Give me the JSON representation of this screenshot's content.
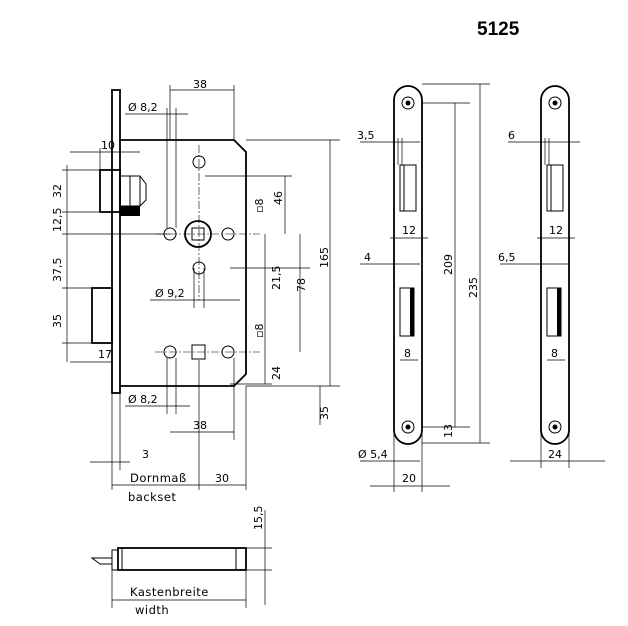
{
  "model_number": "5125",
  "labels": {
    "dornmass": "Dornmaß",
    "backset": "backset",
    "kastenbreite": "Kastenbreite",
    "width": "width"
  },
  "dimensions": {
    "top_38": "38",
    "diameter_8_2_top": "Ø 8,2",
    "d_10": "10",
    "d_32": "32",
    "d_12_5": "12,5",
    "d_37_5": "37,5",
    "d_35_left": "35",
    "d_17": "17",
    "sq_8_top": "▫8",
    "d_46": "46",
    "d_21_5": "21,5",
    "d_78": "78",
    "d_165": "165",
    "diameter_9_2": "Ø 9,2",
    "sq_8_bottom": "▫8",
    "d_24_mid": "24",
    "d_35_right": "35",
    "diameter_8_2_bottom": "Ø 8,2",
    "bottom_38": "38",
    "d_3": "3",
    "d_30": "30",
    "d_15_5": "15,5",
    "fp1_3_5": "3,5",
    "fp1_12": "12",
    "fp1_4": "4",
    "fp1_8": "8",
    "fp_209": "209",
    "fp_235": "235",
    "fp_13": "13",
    "fp_diameter_5_4": "Ø 5,4",
    "fp1_20": "20",
    "fp2_6": "6",
    "fp2_12": "12",
    "fp2_6_5": "6,5",
    "fp2_8": "8",
    "fp2_24": "24"
  }
}
